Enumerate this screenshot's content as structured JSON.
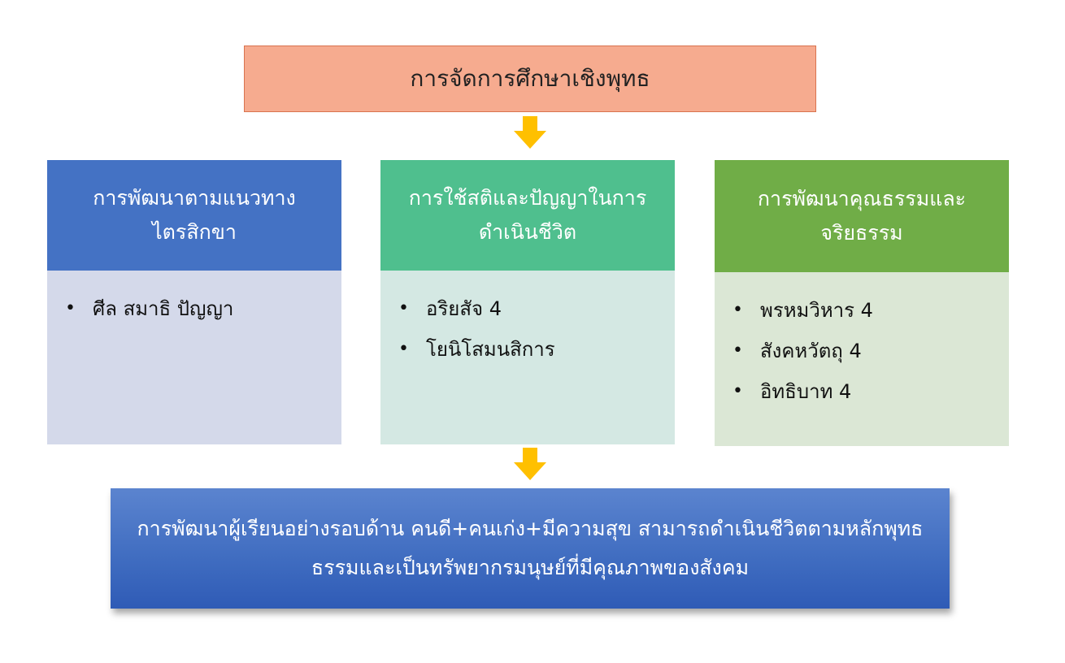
{
  "top": {
    "title": "การจัดการศึกษาเชิงพุทธ"
  },
  "columns": [
    {
      "header": "การพัฒนาตามแนวทางไตรสิกขา",
      "items": [
        "ศีล สมาธิ ปัญญา"
      ]
    },
    {
      "header": "การใช้สติและปัญญาในการดำเนินชีวิต",
      "items": [
        "อริยสัจ 4",
        "โยนิโสมนสิการ"
      ]
    },
    {
      "header": "การพัฒนาคุณธรรมและจริยธรรม",
      "items": [
        "พรหมวิหาร 4",
        "สังคหวัตถุ 4",
        "อิทธิบาท 4"
      ]
    }
  ],
  "bottom": {
    "text": "การพัฒนาผู้เรียนอย่างรอบด้าน คนดี+คนเก่ง+มีความสุข สามารถดำเนินชีวิตตามหลักพุทธธรรมและเป็นทรัพยากรมนุษย์ที่มีคุณภาพของสังคม"
  },
  "colors": {
    "top_box": "#f6ab8f",
    "arrow": "#ffc000",
    "col1_header": "#4472c4",
    "col2_header": "#4fbf8e",
    "col3_header": "#70ad47",
    "col1_body": "#d4d9ea",
    "col2_body": "#d4e8e3",
    "col3_body": "#dbe7d5",
    "bottom_box": "#4472c4"
  },
  "icons": {
    "arrow": "down-arrow-icon"
  }
}
